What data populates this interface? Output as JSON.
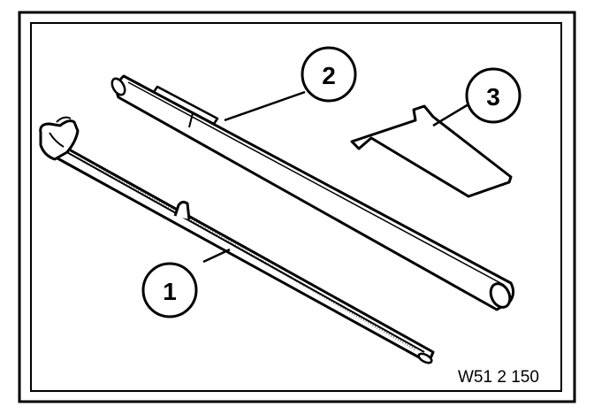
{
  "figure": {
    "callouts": [
      {
        "number": "1",
        "part": "tool-1"
      },
      {
        "number": "2",
        "part": "tool-2"
      },
      {
        "number": "3",
        "part": "tool-3"
      }
    ],
    "drawing_code": "W51 2 150"
  },
  "colors": {
    "ink": "#000000",
    "paper": "#ffffff"
  }
}
